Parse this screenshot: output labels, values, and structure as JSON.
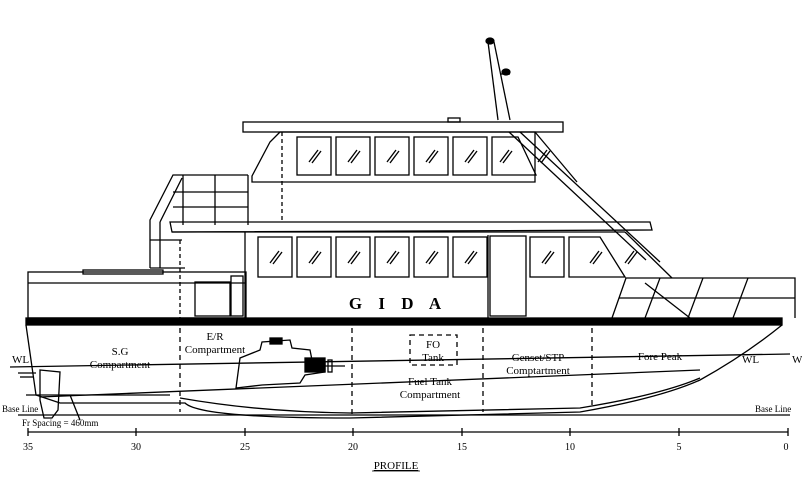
{
  "vessel_name": "G I D A",
  "title": "PROFILE",
  "labels": {
    "wl_left": "WL",
    "wl_right": "WL",
    "wl_far_right": "W",
    "base_line_left": "Base Line",
    "base_line_right": "Base Line",
    "frame_spacing": "Fr Spacing = 460mm"
  },
  "compartments": [
    {
      "line1": "S.G",
      "line2": "Compartment"
    },
    {
      "line1": "E/R",
      "line2": "Compartment"
    },
    {
      "line1": "FO",
      "line2": "Tank"
    },
    {
      "line1": "Fuel Tank",
      "line2": "Compartment"
    },
    {
      "line1": "Genset/STP",
      "line2": "Comptartment"
    },
    {
      "line1": "Fore Peak",
      "line2": ""
    }
  ],
  "frame_numbers": [
    "35",
    "30",
    "25",
    "20",
    "15",
    "10",
    "5",
    "0"
  ]
}
